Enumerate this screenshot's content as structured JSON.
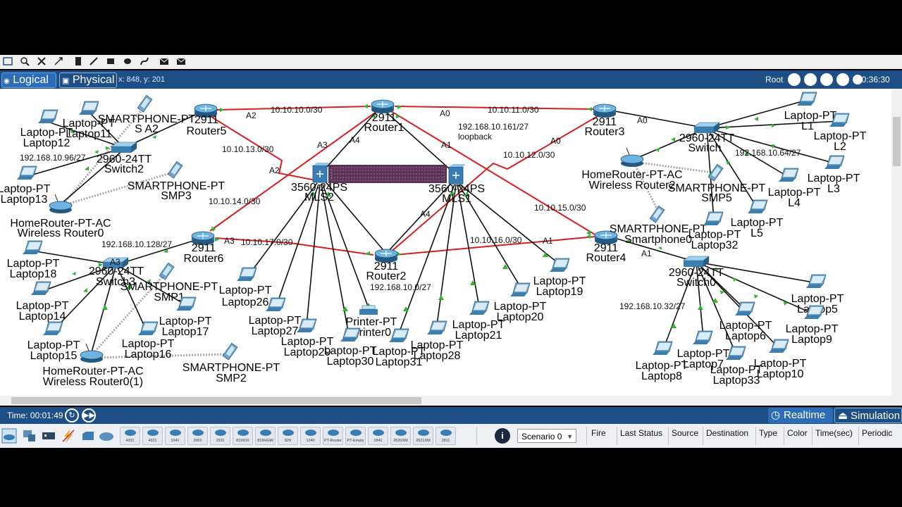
{
  "mode_bar": {
    "logical_label": "Logical",
    "physical_label": "Physical",
    "coords": "x: 848, y: 201",
    "root_label": "Root",
    "clock": "00:36:30"
  },
  "time_bar": {
    "time_text": "Time: 00:01:49",
    "realtime_label": "Realtime",
    "simulation_label": "Simulation"
  },
  "device_panel": {
    "models": [
      "4331",
      "4321",
      "1941",
      "2901",
      "2911",
      "819IOX",
      "819HGW",
      "829",
      "1240",
      "PT-Router",
      "PT-Empty",
      "1841",
      "2620XM",
      "2621XM",
      "2811"
    ],
    "scenario": "Scenario 0",
    "pdu_columns": [
      "Fire",
      "Last Status",
      "Source",
      "Destination",
      "Type",
      "Color",
      "Time(sec)",
      "Periodic"
    ]
  },
  "canvas": {
    "colors": {
      "link_red": "#d42020",
      "link_black": "#111111",
      "link_wireless": "#a8a8a8",
      "port_green": "#2db52d"
    },
    "routers": [
      {
        "id": "r1",
        "model": "2911",
        "name": "Router1"
      },
      {
        "id": "r2",
        "model": "2911",
        "name": "Router2"
      },
      {
        "id": "r3",
        "model": "2911",
        "name": "Router3"
      },
      {
        "id": "r4",
        "model": "2911",
        "name": "Router4"
      },
      {
        "id": "r5",
        "model": "2911",
        "name": "Router5"
      },
      {
        "id": "r6",
        "model": "2911",
        "name": "Router6"
      }
    ],
    "switches": [
      {
        "id": "sw2",
        "model": "2960-24TT",
        "name": "Switch2"
      },
      {
        "id": "sw3",
        "model": "2960-24TT",
        "name": "Switch3"
      },
      {
        "id": "sw",
        "model": "2960-24TT",
        "name": "Switch"
      },
      {
        "id": "sw0",
        "model": "2960-24TT",
        "name": "Switch0"
      }
    ],
    "mls": [
      {
        "id": "mls2",
        "model": "3560-24PS",
        "name": "MLS2"
      },
      {
        "id": "mls1",
        "model": "3560-24PS",
        "name": "MLS1"
      }
    ],
    "wireless_routers": [
      {
        "id": "wr0",
        "model": "HomeRouter-PT-AC",
        "name": "Wireless Router0"
      },
      {
        "id": "wr01",
        "model": "HomeRouter-PT-AC",
        "name": "Wireless Router0(1)"
      },
      {
        "id": "wr2",
        "model": "HomeRouter-PT-AC",
        "name": "Wireless Router2"
      }
    ],
    "smartphones": [
      {
        "id": "sa2",
        "model": "SMARTPHONE-PT",
        "name": "S A2"
      },
      {
        "id": "smp3",
        "model": "SMARTPHONE-PT",
        "name": "SMP3"
      },
      {
        "id": "smp1",
        "model": "SMARTPHONE-PT",
        "name": "SMP1"
      },
      {
        "id": "smp2",
        "model": "SMARTPHONE-PT",
        "name": "SMP2"
      },
      {
        "id": "smp5",
        "model": "SMARTPHONE-PT",
        "name": "SMP5"
      },
      {
        "id": "sp0",
        "model": "SMARTPHONE-PT",
        "name": "Smartphone0"
      }
    ],
    "printer": {
      "id": "pr0",
      "model": "Printer-PT",
      "name": "Printer0"
    },
    "laptops": [
      {
        "id": "lp12",
        "model": "Laptop-PT",
        "name": "Laptop12"
      },
      {
        "id": "lp11",
        "model": "Laptop-PT",
        "name": "Laptop11"
      },
      {
        "id": "lp13",
        "model": "Laptop-PT",
        "name": "Laptop13"
      },
      {
        "id": "lp18",
        "model": "Laptop-PT",
        "name": "Laptop18"
      },
      {
        "id": "lp14",
        "model": "Laptop-PT",
        "name": "Laptop14"
      },
      {
        "id": "lp15",
        "model": "Laptop-PT",
        "name": "Laptop15"
      },
      {
        "id": "lp16",
        "model": "Laptop-PT",
        "name": "Laptop16"
      },
      {
        "id": "lp17",
        "model": "Laptop-PT",
        "name": "Laptop17"
      },
      {
        "id": "lp26",
        "model": "Laptop-PT",
        "name": "Laptop26"
      },
      {
        "id": "lp27",
        "model": "Laptop-PT",
        "name": "Laptop27"
      },
      {
        "id": "lp29",
        "model": "Laptop-PT",
        "name": "Laptop29"
      },
      {
        "id": "lp30",
        "model": "Laptop-PT",
        "name": "Laptop30"
      },
      {
        "id": "lp31",
        "model": "Laptop-PT",
        "name": "Laptop31"
      },
      {
        "id": "lp28",
        "model": "Laptop-PT",
        "name": "Laptop28"
      },
      {
        "id": "lp21",
        "model": "Laptop-PT",
        "name": "Laptop21"
      },
      {
        "id": "lp20",
        "model": "Laptop-PT",
        "name": "Laptop20"
      },
      {
        "id": "lp19",
        "model": "Laptop-PT",
        "name": "Laptop19"
      },
      {
        "id": "l1",
        "model": "Laptop-PT",
        "name": "L1"
      },
      {
        "id": "l2",
        "model": "Laptop-PT",
        "name": "L2"
      },
      {
        "id": "l3",
        "model": "Laptop-PT",
        "name": "L3"
      },
      {
        "id": "l4",
        "model": "Laptop-PT",
        "name": "L4"
      },
      {
        "id": "l5",
        "model": "Laptop-PT",
        "name": "L5"
      },
      {
        "id": "lp32",
        "model": "Laptop-PT",
        "name": "Laptop32"
      },
      {
        "id": "lp5",
        "model": "Laptop-PT",
        "name": "Laptop5"
      },
      {
        "id": "lp6",
        "model": "Laptop-PT",
        "name": "Laptop6"
      },
      {
        "id": "lp9",
        "model": "Laptop-PT",
        "name": "Laptop9"
      },
      {
        "id": "lp7",
        "model": "Laptop-PT",
        "name": "Laptop7"
      },
      {
        "id": "lp8",
        "model": "Laptop-PT",
        "name": "Laptop8"
      },
      {
        "id": "lp33",
        "model": "Laptop-PT",
        "name": "Laptop33"
      },
      {
        "id": "lp10",
        "model": "Laptop-PT",
        "name": "Laptop10"
      }
    ],
    "annotations": [
      {
        "id": "n1",
        "text": "10.10.10.0/30"
      },
      {
        "id": "n2",
        "text": "10.10.11.0/30"
      },
      {
        "id": "n3",
        "text": "10.10.13.0/30"
      },
      {
        "id": "n4",
        "text": "10.10.12.0/30"
      },
      {
        "id": "n5",
        "text": "10.10.14.0/30"
      },
      {
        "id": "n6",
        "text": "10.10.15.0/30"
      },
      {
        "id": "n7",
        "text": "10.10.17.0/30"
      },
      {
        "id": "n8",
        "text": "10.10.16.0/30"
      },
      {
        "id": "n9",
        "text": "192.168.10.161/27"
      },
      {
        "id": "n10",
        "text": "loopback"
      },
      {
        "id": "n11",
        "text": "192.168.10.96/27"
      },
      {
        "id": "n12",
        "text": "192.168.10.128/27"
      },
      {
        "id": "n13",
        "text": "192.168.10.0/27"
      },
      {
        "id": "n14",
        "text": "192.168.10.64/27"
      },
      {
        "id": "n15",
        "text": "192.168.10.32/27"
      },
      {
        "id": "a1",
        "text": "A2"
      },
      {
        "id": "a2",
        "text": "A0"
      },
      {
        "id": "a3",
        "text": "A3"
      },
      {
        "id": "a4",
        "text": "A4"
      },
      {
        "id": "a5",
        "text": "A1"
      },
      {
        "id": "a6",
        "text": "A0"
      },
      {
        "id": "a7",
        "text": "A2"
      },
      {
        "id": "a8",
        "text": "A0"
      },
      {
        "id": "a9",
        "text": "A4"
      },
      {
        "id": "a10",
        "text": "A3"
      },
      {
        "id": "a11",
        "text": "A3"
      },
      {
        "id": "a12",
        "text": "A1"
      },
      {
        "id": "a13",
        "text": "A1"
      }
    ]
  }
}
